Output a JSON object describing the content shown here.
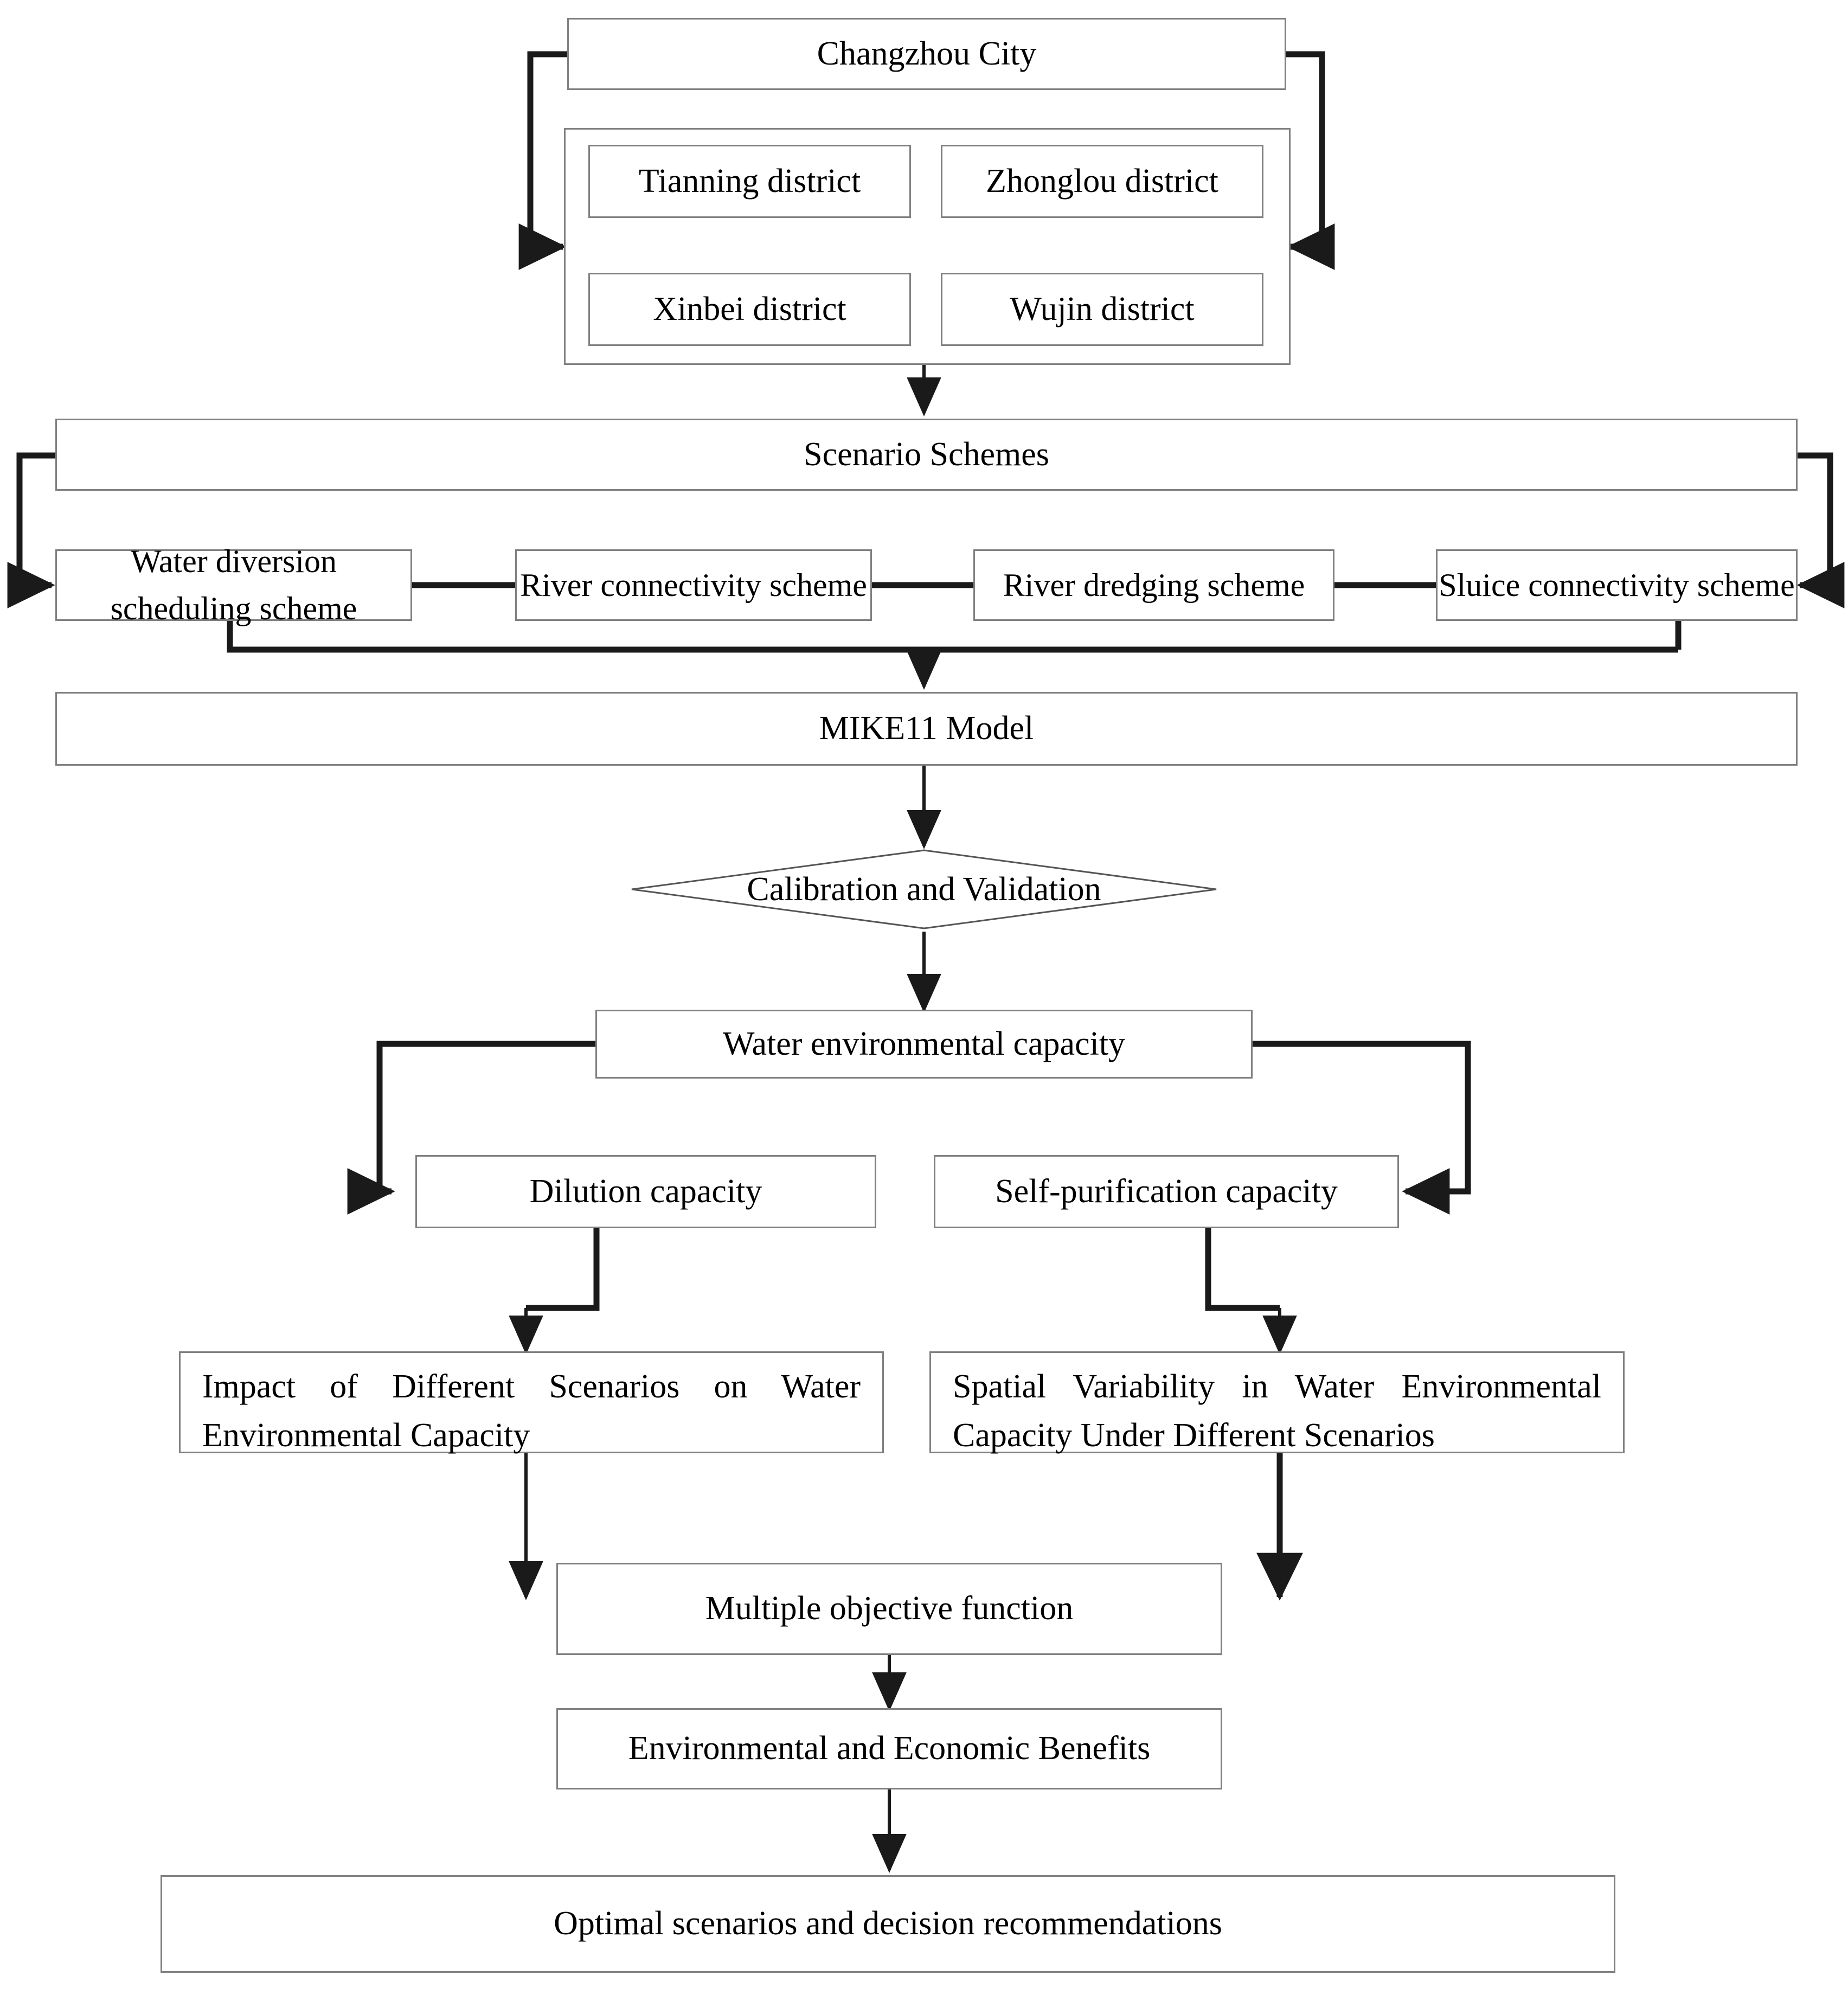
{
  "diagram": {
    "title": "Research framework flowchart for water environmental capacity in Changzhou City",
    "nodes": {
      "city": "Changzhou City",
      "districts": [
        "Tianning district",
        "Zhonglou district",
        "Xinbei district",
        "Wujin district"
      ],
      "scenario_schemes": "Scenario Schemes",
      "schemes": [
        "Water diversion scheduling scheme",
        "River connectivity scheme",
        "River dredging scheme",
        "Sluice connectivity scheme"
      ],
      "model": "MIKE11 Model",
      "decision": "Calibration and Validation",
      "capacity": "Water environmental capacity",
      "dilution": "Dilution capacity",
      "self_purification": "Self-purification capacity",
      "impact": "Impact of Different Scenarios on Water Environmental Capacity",
      "spatial": "Spatial Variability in Water Environmental Capacity Under Different Scenarios",
      "objective": "Multiple objective function",
      "benefits": "Environmental and Economic Benefits",
      "optimal": "Optimal scenarios and decision recommendations"
    },
    "colors": {
      "box_border": "#808080",
      "connector": "#1a1a1a",
      "background": "#ffffff",
      "text": "#000000"
    }
  }
}
